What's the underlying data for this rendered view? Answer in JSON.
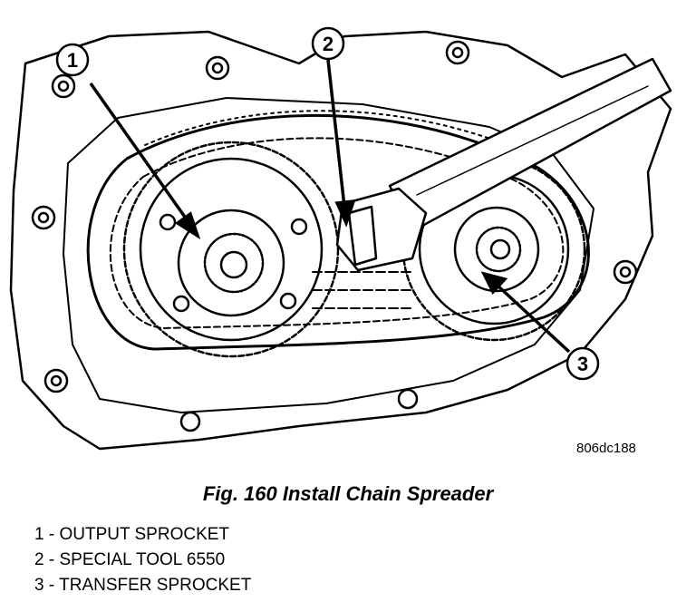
{
  "figure": {
    "callouts": [
      {
        "number": "1"
      },
      {
        "number": "2"
      },
      {
        "number": "3"
      }
    ],
    "reference_code": "806dc188"
  },
  "caption": "Fig. 160 Install Chain Spreader",
  "legend": [
    {
      "number": "1",
      "text": "OUTPUT SPROCKET"
    },
    {
      "number": "2",
      "text": "SPECIAL TOOL 6550"
    },
    {
      "number": "3",
      "text": "TRANSFER SPROCKET"
    }
  ]
}
